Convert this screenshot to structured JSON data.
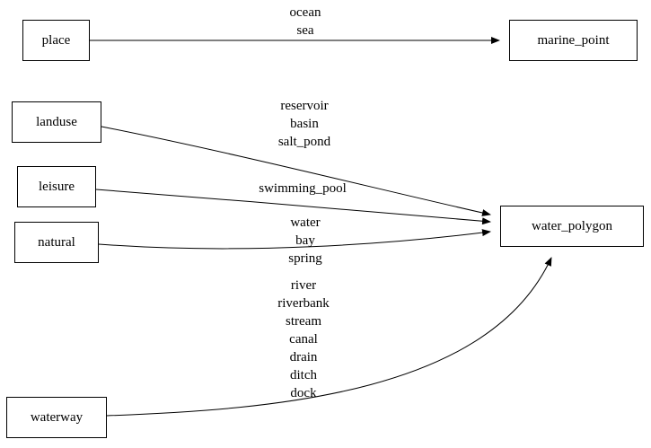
{
  "colors": {
    "background": "#ffffff",
    "node_border": "#000000",
    "edge_stroke": "#000000",
    "text": "#000000"
  },
  "nodes": {
    "place": {
      "label": "place"
    },
    "marine_point": {
      "label": "marine_point"
    },
    "landuse": {
      "label": "landuse"
    },
    "leisure": {
      "label": "leisure"
    },
    "natural": {
      "label": "natural"
    },
    "waterway": {
      "label": "waterway"
    },
    "water_polygon": {
      "label": "water_polygon"
    }
  },
  "edges": {
    "place_marine_point": {
      "from": "place",
      "to": "marine_point",
      "label": "ocean\nsea"
    },
    "landuse_water_polygon": {
      "from": "landuse",
      "to": "water_polygon",
      "label": "reservoir\nbasin\nsalt_pond"
    },
    "leisure_water_polygon": {
      "from": "leisure",
      "to": "water_polygon",
      "label": "swimming_pool"
    },
    "natural_water_polygon": {
      "from": "natural",
      "to": "water_polygon",
      "label": "water\nbay\nspring"
    },
    "waterway_water_polygon": {
      "from": "waterway",
      "to": "water_polygon",
      "label": "river\nriverbank\nstream\ncanal\ndrain\nditch\ndock"
    }
  }
}
